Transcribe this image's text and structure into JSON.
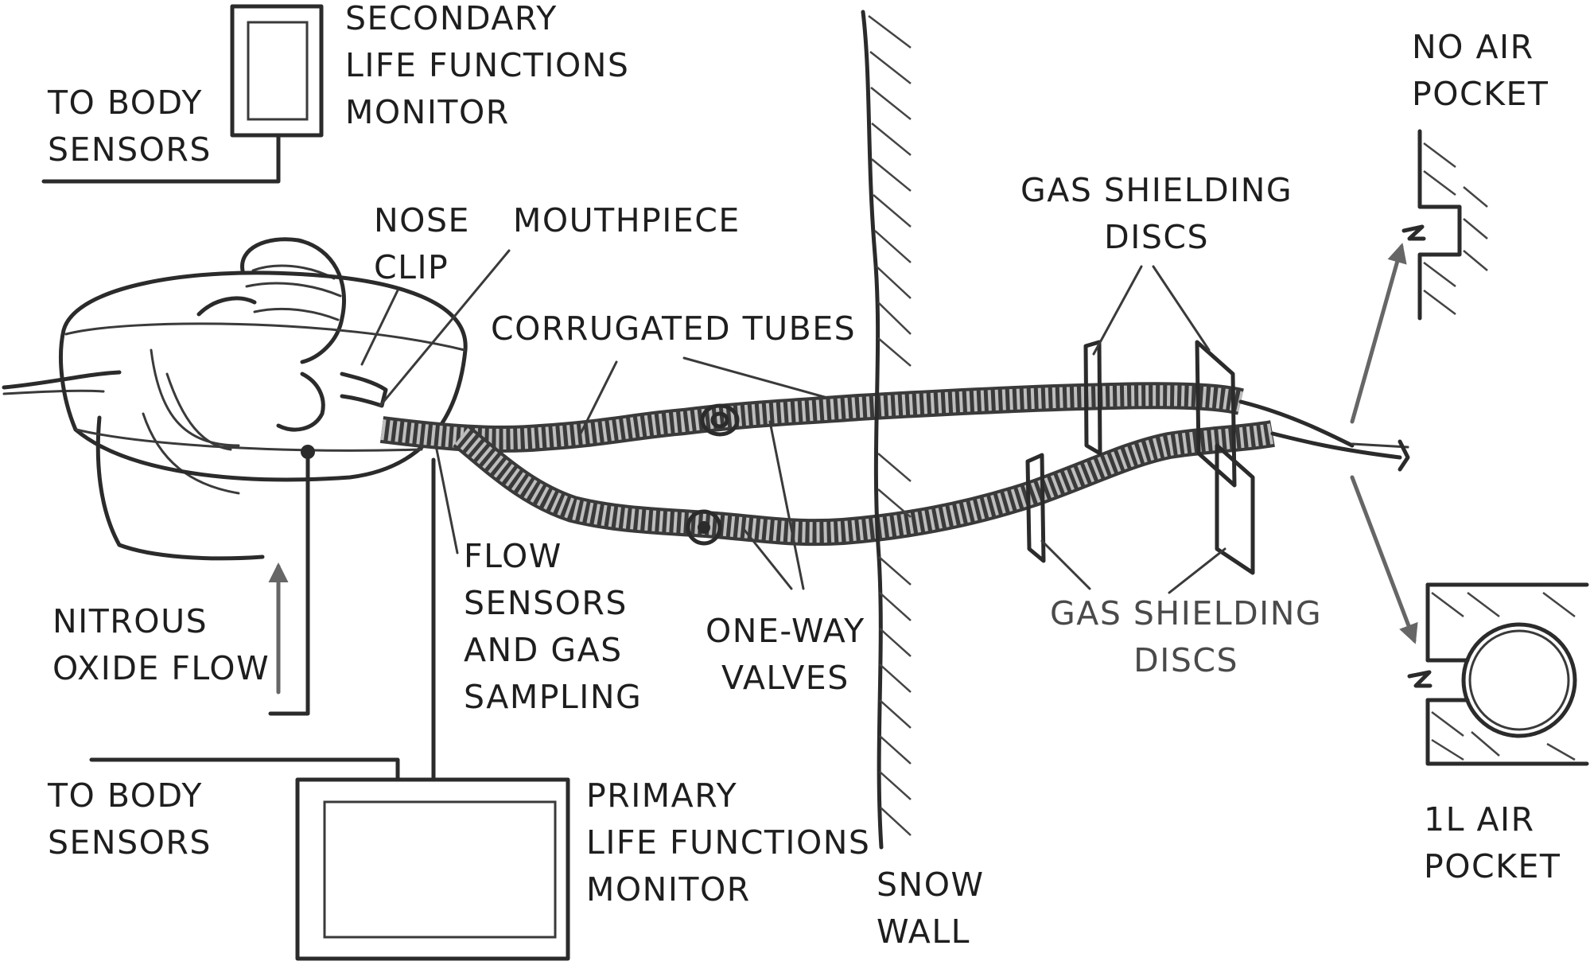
{
  "labels": {
    "secondary_monitor": "SECONDARY\nLIFE FUNCTIONS\nMONITOR",
    "to_body_sensors_top": "TO BODY\nSENSORS",
    "nose_clip": "NOSE\nCLIP",
    "mouthpiece": "MOUTHPIECE",
    "corrugated_tubes": "CORRUGATED TUBES",
    "gas_shielding_top": "GAS SHIELDING\nDISCS",
    "no_air_pocket": "NO AIR\nPOCKET",
    "flow_sensors": "FLOW\nSENSORS\nAND GAS\nSAMPLING",
    "one_way_valves": "ONE-WAY\nVALVES",
    "gas_shielding_bottom": "GAS SHIELDING\nDISCS",
    "nitrous_oxide": "NITROUS\nOXIDE FLOW",
    "to_body_sensors_bottom": "TO BODY\nSENSORS",
    "primary_monitor": "PRIMARY\nLIFE FUNCTIONS\nMONITOR",
    "snow_wall": "SNOW\nWALL",
    "air_pocket_1l": "1L AIR\nPOCKET"
  },
  "colors": {
    "ink": "#2b2b2b",
    "arrow": "#666666",
    "label_light": "#4a4a4a"
  }
}
